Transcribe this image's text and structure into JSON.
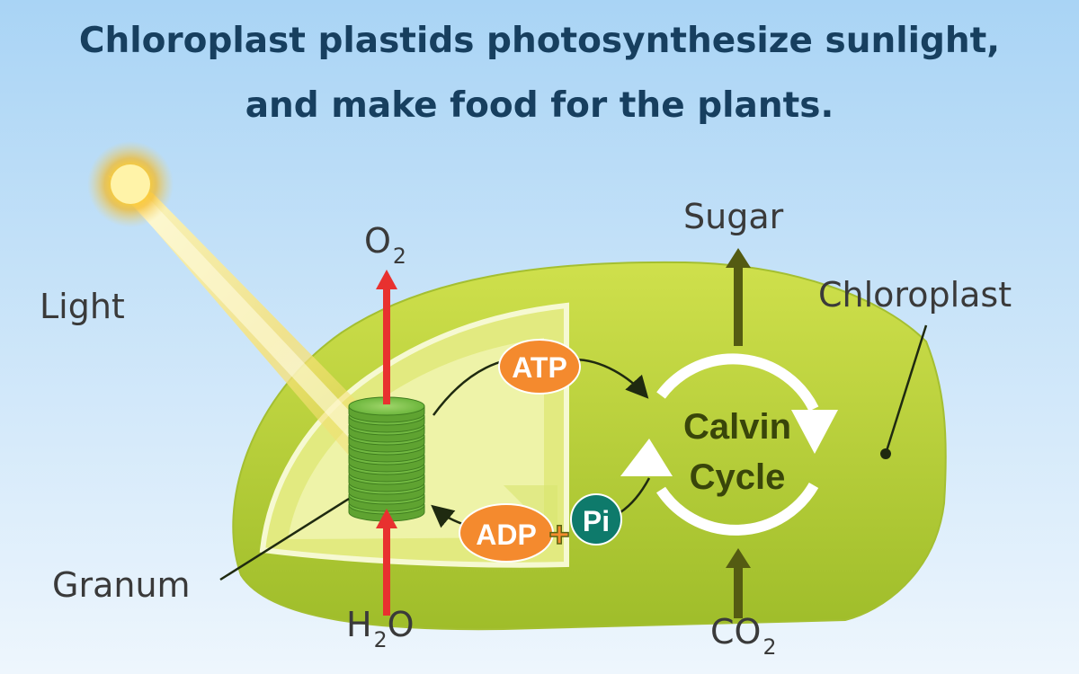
{
  "title": {
    "line1": "Chloroplast plastids photosynthesize sunlight,",
    "line2": "and make food for the plants."
  },
  "labels": {
    "light": "Light",
    "oxygen_base": "O",
    "oxygen_sub": "2",
    "sugar": "Sugar",
    "chloroplast": "Chloroplast",
    "granum": "Granum",
    "water_pre": "H",
    "water_sub": "2",
    "water_post": "O",
    "co2_base": "CO",
    "co2_sub": "2"
  },
  "molecules": {
    "atp": "ATP",
    "adp": "ADP",
    "plus": "+",
    "pi": "Pi"
  },
  "cycle": {
    "line1": "Calvin",
    "line2": "Cycle"
  },
  "colors": {
    "sky_top": "#a9d4f5",
    "sky_bottom": "#e9f4fd",
    "chloroplast": "#b5cf3a",
    "stroma_inner": "#ecf29a",
    "granum": "#7cc243",
    "red_arrow": "#e8312f",
    "olive_arrow": "#545b12",
    "molecule_orange": "#f48a2e",
    "pi_teal": "#0e7a6b",
    "title_text": "#173f5f",
    "cycle_text": "#39450a"
  }
}
